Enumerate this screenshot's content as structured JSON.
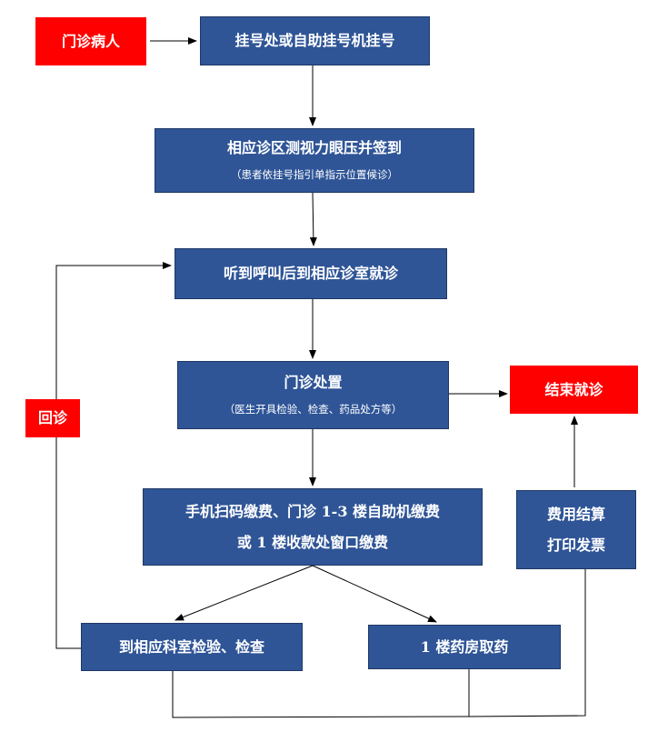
{
  "nodes": {
    "outpatient": "门诊病人",
    "register": "挂号处或自助挂号机挂号",
    "checkin_title": "相应诊区测视力眼压并签到",
    "checkin_sub": "（患者依挂号指引单指示位置候诊）",
    "consult": "听到呼叫后到相应诊室就诊",
    "treatment_title": "门诊处置",
    "treatment_sub": "（医生开具检验、检查、药品处方等）",
    "end": "结束就诊",
    "revisit": "回诊",
    "payment_line1": "手机扫码缴费、门诊 1-3 楼自助机缴费",
    "payment_line2": "或 1 楼收款处窗口缴费",
    "settle_line1": "费用结算",
    "settle_line2": "打印发票",
    "exam": "到相应科室检验、检查",
    "pharmacy": "1 楼药房取药"
  },
  "colors": {
    "process_box": "#2f5597",
    "highlight_box": "#ff0000",
    "connector": "#000000"
  }
}
